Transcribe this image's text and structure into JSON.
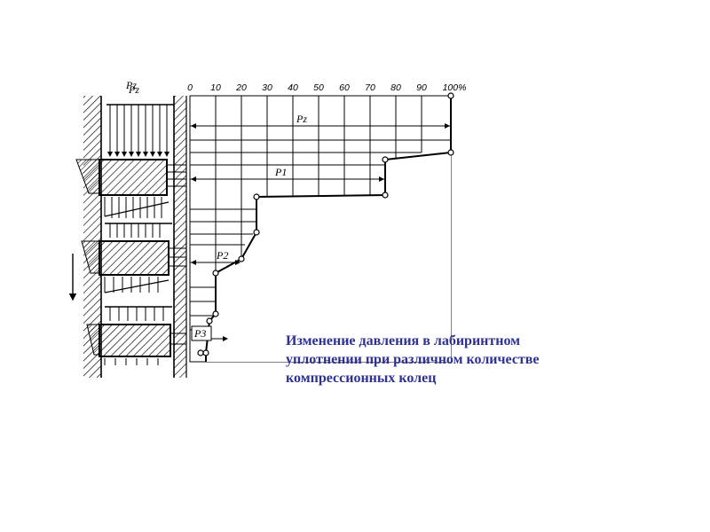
{
  "diagram": {
    "labels": {
      "pz": "Pz",
      "pz_inside": "Pz",
      "p1": "P1",
      "p2": "P2",
      "p3": "P3"
    },
    "ticks": [
      "0",
      "10",
      "20",
      "30",
      "40",
      "50",
      "60",
      "70",
      "80",
      "90",
      "100%"
    ],
    "colors": {
      "line": "#000000",
      "caption": "#2e3192"
    }
  },
  "caption": {
    "lines": [
      "Изменение давления в лабиринтном",
      "уплотнении при различном количестве",
      "компрессионных колец"
    ]
  }
}
